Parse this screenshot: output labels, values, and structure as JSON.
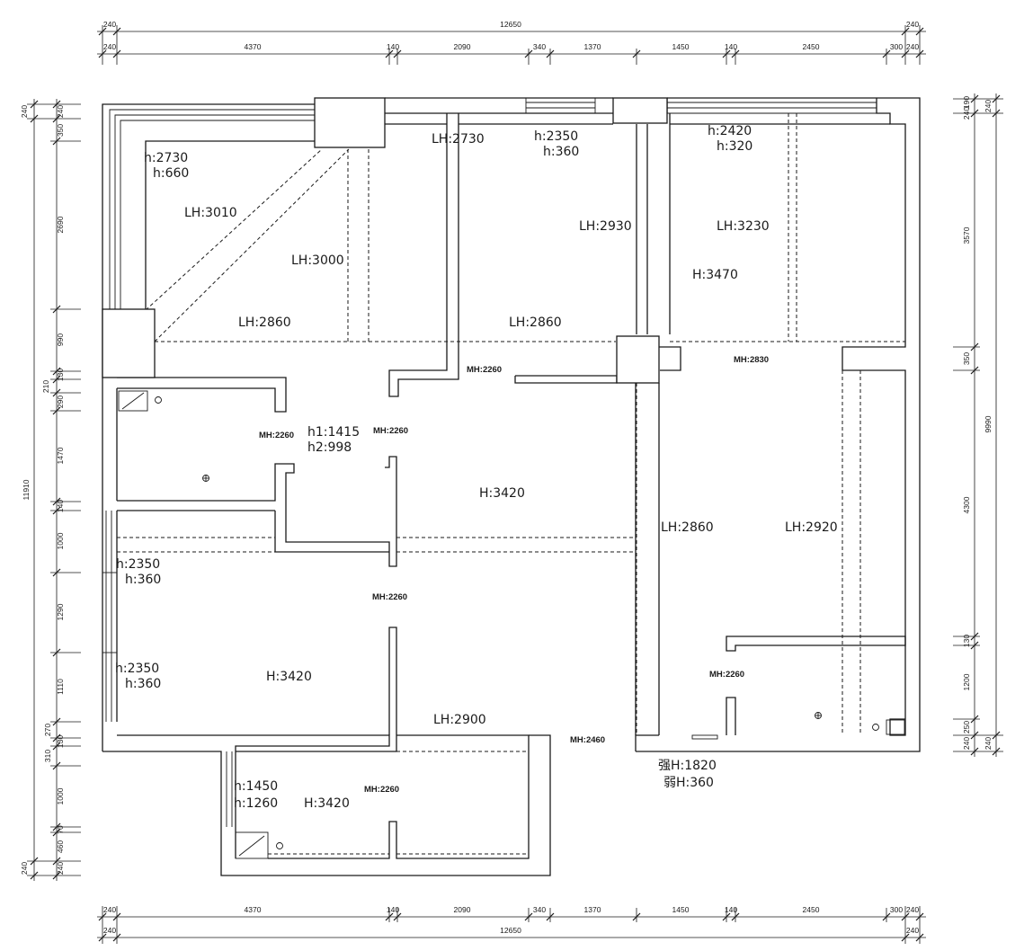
{
  "dimensions": {
    "top_total": "12650",
    "top_ends": [
      "240",
      "240"
    ],
    "top_segments": [
      "240",
      "4370",
      "140",
      "2090",
      "340",
      "1370",
      "1450",
      "140",
      "2450",
      "300",
      "240"
    ],
    "bottom_segments": [
      "240",
      "4370",
      "140",
      "2090",
      "340",
      "1370",
      "1450",
      "140",
      "2450",
      "300",
      "240"
    ],
    "bottom_total": "12650",
    "bottom_ends": [
      "240",
      "240"
    ],
    "left_total": "11910",
    "left_end_top": "240",
    "left_end_bottom": "240",
    "left_segments": [
      "240",
      "350",
      "2690",
      "990",
      "130",
      "210",
      "290",
      "1470",
      "140",
      "1000",
      "1290",
      "1110",
      "270",
      "130",
      "310",
      "1000",
      "70",
      "460",
      "240"
    ],
    "right_total": "9990",
    "right_end_top": "240",
    "right_end_bottom": "240",
    "right_segments": [
      "190",
      "240",
      "3570",
      "350",
      "4300",
      "130",
      "1200",
      "250",
      "240"
    ]
  },
  "labels": {
    "h2730": "h:2730",
    "h660": "h:660",
    "lh3010": "LH:3010",
    "lh3000": "LH:3000",
    "lh2860_a": "LH:2860",
    "lh2730": "LH:2730",
    "h2350_top": "h:2350",
    "h360_top": "h:360",
    "lh2930": "LH:2930",
    "lh2860_b": "LH:2860",
    "h2420": "h:2420",
    "h320": "h:320",
    "lh3230": "LH:3230",
    "h3470": "H:3470",
    "mh2260_a": "MH:2260",
    "mh2830": "MH:2830",
    "mh2260_b": "MH:2260",
    "mh2260_c": "MH:2260",
    "h1_1415": "h1:1415",
    "h2_998": "h2:998",
    "h3420_center": "H:3420",
    "lh2860_c": "LH:2860",
    "lh2920": "LH:2920",
    "h2350_left1": "h:2350",
    "h360_left1": "h:360",
    "mh2260_d": "MH:2260",
    "h2350_left2": "h:2350",
    "h360_left2": "h:360",
    "h3420_left": "H:3420",
    "mh2260_e": "MH:2260",
    "lh2900": "LH:2900",
    "mh2460": "MH:2460",
    "strong_h1820": "强H:1820",
    "weak_h360": "弱H:360",
    "h1450": "h:1450",
    "h1260": "h:1260",
    "h3420_bottom": "H:3420",
    "mh2260_f": "MH:2260"
  }
}
